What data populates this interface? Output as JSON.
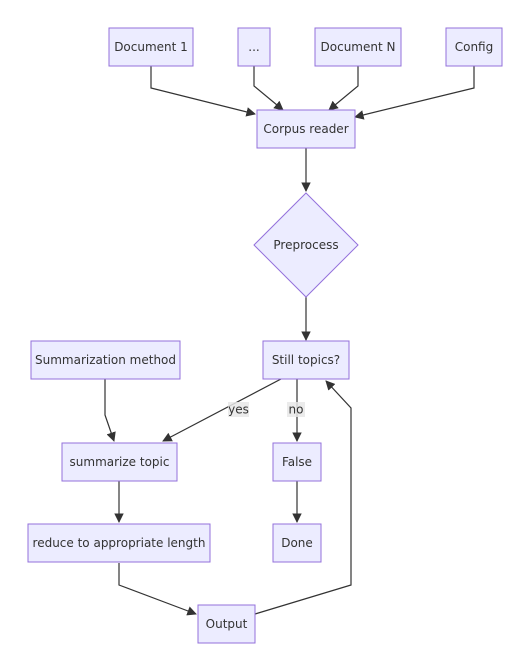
{
  "diagram": {
    "type": "flowchart",
    "colors": {
      "node_fill": "#ECECFF",
      "node_stroke": "#9370DB",
      "edge": "#333333",
      "text": "#333333",
      "edge_label_bg": "#e8e8e8"
    },
    "nodes": {
      "doc1": "Document 1",
      "ellipsis": "...",
      "docN": "Document N",
      "config": "Config",
      "corpus_reader": "Corpus reader",
      "preprocess": "Preprocess",
      "still_topics": "Still topics?",
      "summarization_method": "Summarization method",
      "summarize_topic": "summarize topic",
      "false": "False",
      "reduce": "reduce to appropriate length",
      "done": "Done",
      "output": "Output"
    },
    "edges": [
      {
        "from": "doc1",
        "to": "corpus_reader",
        "label": ""
      },
      {
        "from": "ellipsis",
        "to": "corpus_reader",
        "label": ""
      },
      {
        "from": "docN",
        "to": "corpus_reader",
        "label": ""
      },
      {
        "from": "config",
        "to": "corpus_reader",
        "label": ""
      },
      {
        "from": "corpus_reader",
        "to": "preprocess",
        "label": ""
      },
      {
        "from": "preprocess",
        "to": "still_topics",
        "label": ""
      },
      {
        "from": "still_topics",
        "to": "summarize_topic",
        "label": "yes"
      },
      {
        "from": "still_topics",
        "to": "false",
        "label": "no"
      },
      {
        "from": "summarization_method",
        "to": "summarize_topic",
        "label": ""
      },
      {
        "from": "summarize_topic",
        "to": "reduce",
        "label": ""
      },
      {
        "from": "false",
        "to": "done",
        "label": ""
      },
      {
        "from": "reduce",
        "to": "output",
        "label": ""
      },
      {
        "from": "output",
        "to": "still_topics",
        "label": ""
      }
    ]
  }
}
